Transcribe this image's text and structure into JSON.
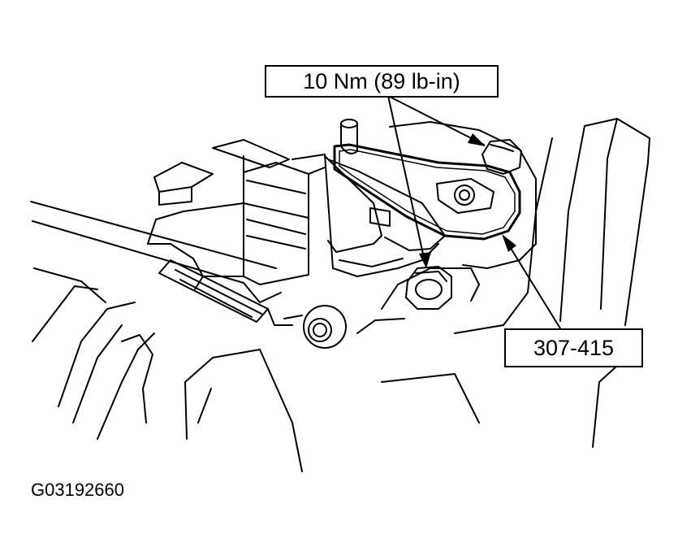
{
  "callouts": {
    "torque": "10 Nm (89 lb-in)",
    "tool": "307-415"
  },
  "figure_id": "G03192660",
  "colors": {
    "line": "#000000",
    "background": "#ffffff"
  }
}
